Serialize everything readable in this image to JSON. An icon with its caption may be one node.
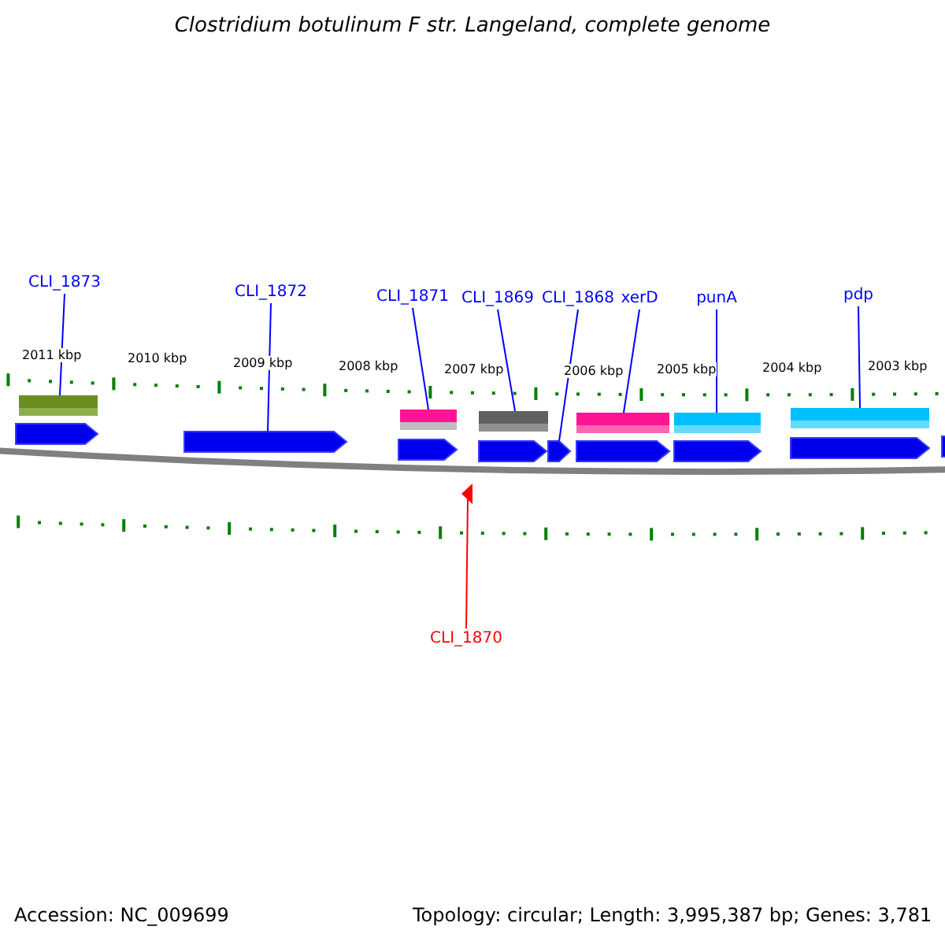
{
  "diagram": {
    "title": "Clostridium botulinum F str. Langeland, complete genome",
    "nodes": [
      {
        "text": [
          "CLI_1873"
        ]
      },
      {
        "text": [
          "CLI_1872"
        ]
      },
      {
        "text": [
          "CLI_1871"
        ]
      },
      {
        "text": [
          "CLI_1869"
        ]
      },
      {
        "text": [
          "CLI_1868"
        ]
      },
      {
        "text": [
          "xerD"
        ]
      },
      {
        "text": [
          "punA"
        ]
      },
      {
        "text": [
          "pdp"
        ]
      },
      {
        "text": [
          "CLI_1870"
        ]
      },
      {
        "text": [],
        "shape": "bar"
      },
      {
        "text": [],
        "shape": "pentagon"
      },
      {
        "text": [],
        "shape": "bar"
      },
      {
        "text": [],
        "shape": "bar"
      },
      {
        "text": [],
        "shape": "pentagon"
      },
      {
        "text": [],
        "shape": "bar"
      },
      {
        "text": [],
        "shape": "bar"
      },
      {
        "text": [],
        "shape": "bar"
      },
      {
        "text": [],
        "shape": "triangle"
      }
    ],
    "edges": [
      {
        "from": 0,
        "to": 9,
        "arrow": "none"
      },
      {
        "from": 1,
        "to": 10,
        "arrow": "none"
      },
      {
        "from": 2,
        "to": 11,
        "arrow": "none"
      },
      {
        "from": 3,
        "to": 12,
        "arrow": "none"
      },
      {
        "from": 4,
        "to": 13,
        "arrow": "none"
      },
      {
        "from": 5,
        "to": 14,
        "arrow": "none"
      },
      {
        "from": 6,
        "to": 15,
        "arrow": "none"
      },
      {
        "from": 7,
        "to": 16,
        "arrow": "none"
      },
      {
        "from": 8,
        "to": 17,
        "arrow": "none",
        "color": "#ff0000"
      }
    ],
    "labels": [
      "2011 kbp",
      "2010 kbp",
      "2009 kbp",
      "2008 kbp",
      "2007 kbp",
      "2006 kbp",
      "2005 kbp",
      "2004 kbp",
      "2003 kbp",
      "Accession: NC_009699",
      "Topology: circular; Length: 3,995,387 bp; Genes: 3,781"
    ]
  }
}
